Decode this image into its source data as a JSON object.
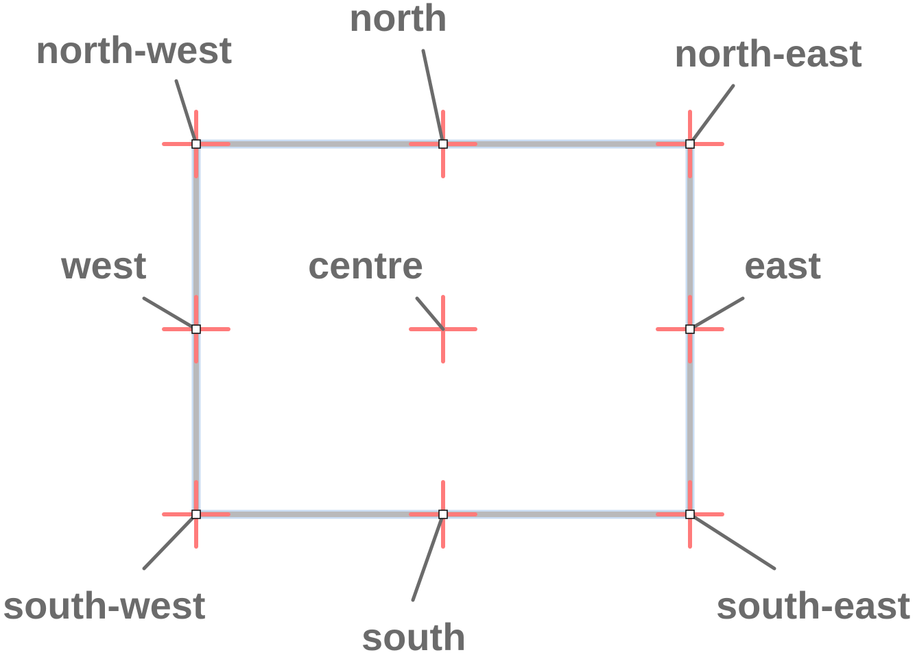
{
  "colors": {
    "background": "#ffffff",
    "rect_stroke": "#b9b9bb",
    "rect_halo": "#c9dcf3",
    "crosshair": "#ff7b7b",
    "leader": "#6b6b6b",
    "label": "#6b6b6b",
    "handle_fill": "#ffffff",
    "handle_stroke": "#111111"
  },
  "anchors": [
    {
      "id": "north-west",
      "label": "north-west",
      "handle": true
    },
    {
      "id": "north",
      "label": "north",
      "handle": true
    },
    {
      "id": "north-east",
      "label": "north-east",
      "handle": true
    },
    {
      "id": "west",
      "label": "west",
      "handle": true
    },
    {
      "id": "centre",
      "label": "centre",
      "handle": false
    },
    {
      "id": "east",
      "label": "east",
      "handle": true
    },
    {
      "id": "south-west",
      "label": "south-west",
      "handle": true
    },
    {
      "id": "south",
      "label": "south",
      "handle": true
    },
    {
      "id": "south-east",
      "label": "south-east",
      "handle": true
    }
  ]
}
